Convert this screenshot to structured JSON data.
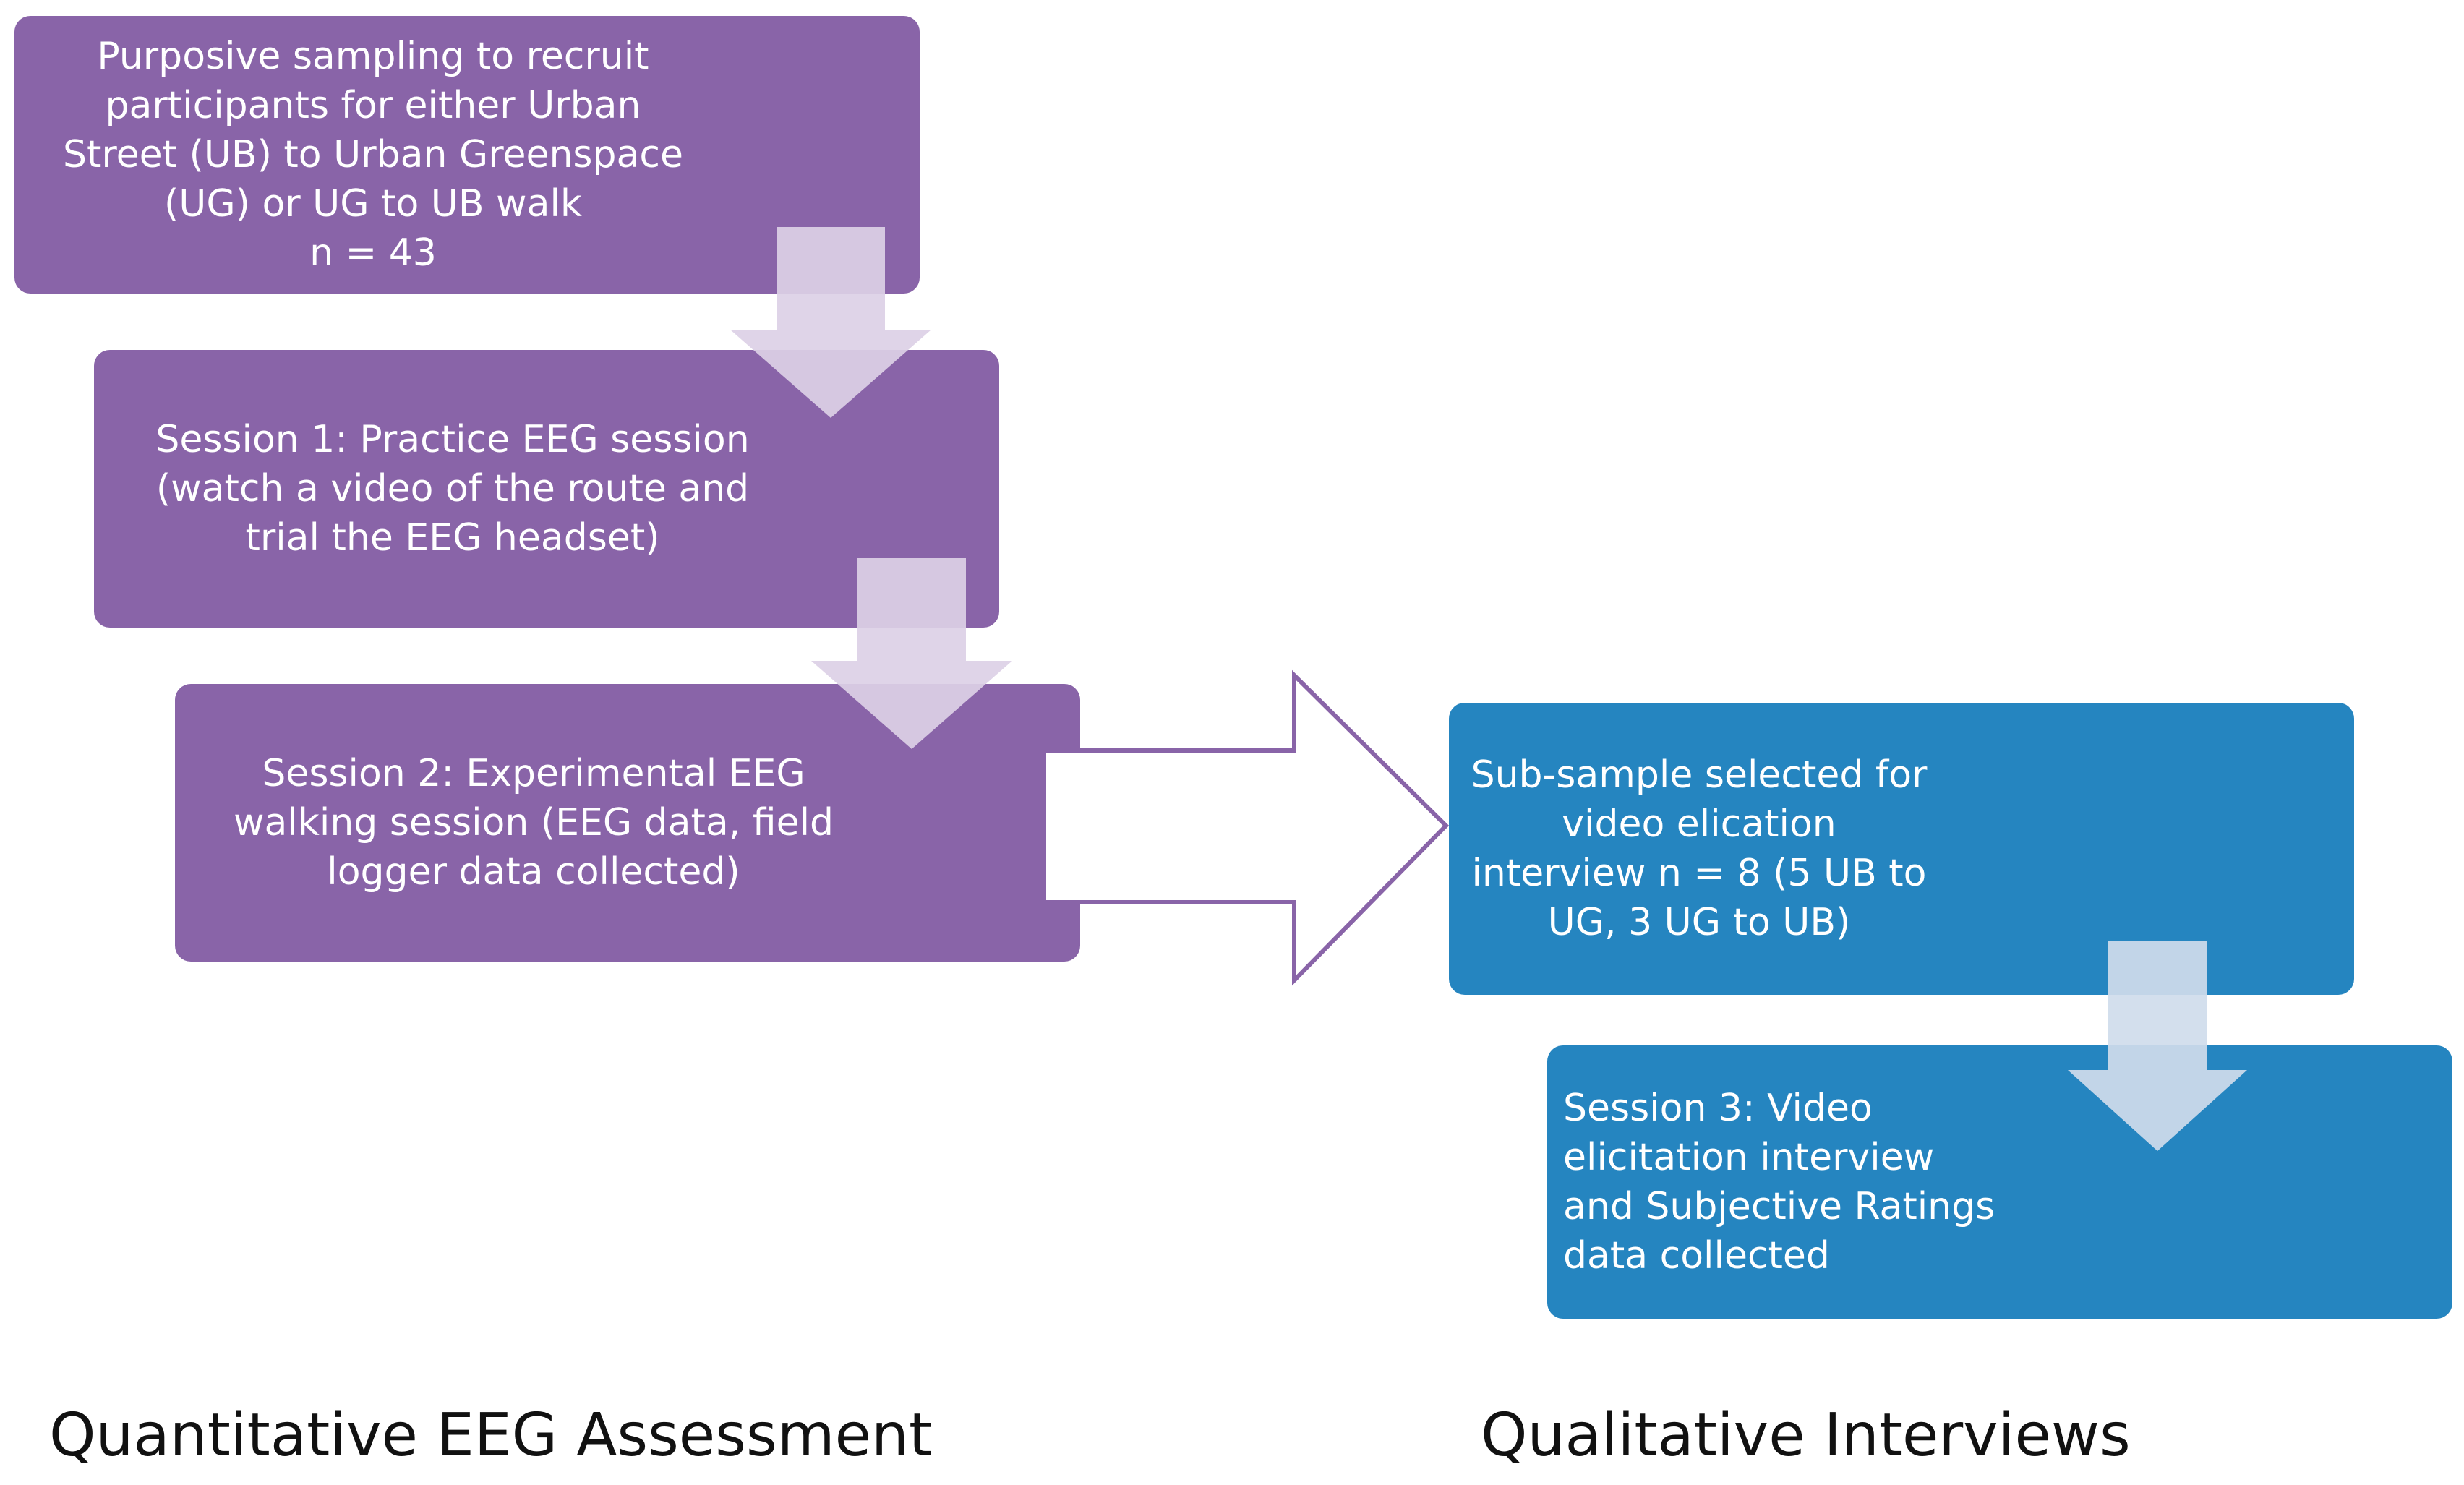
{
  "quantitative": {
    "caption": "Quantitative EEG Assessment",
    "steps": [
      {
        "lines": [
          "Purposive sampling to recruit",
          "participants for either Urban",
          "Street (UB) to Urban Greenspace",
          "(UG) or UG to UB walk",
          "n = 43"
        ]
      },
      {
        "lines": [
          "Session 1: Practice EEG session",
          "(watch a video of the route and",
          "trial the EEG headset)"
        ]
      },
      {
        "lines": [
          "Session 2: Experimental EEG",
          "walking session (EEG data, field",
          "logger data collected)"
        ]
      }
    ]
  },
  "qualitative": {
    "caption": "Qualitative Interviews",
    "steps": [
      {
        "lines": [
          "Sub-sample selected for",
          "video elication",
          "interview n = 8 (5 UB to",
          "UG, 3 UG to UB)"
        ]
      },
      {
        "lines": [
          "Session 3: Video",
          "elicitation interview",
          "and Subjective Ratings",
          "data collected"
        ]
      }
    ]
  },
  "colors": {
    "quantitative_box": "#8964a8",
    "qualitative_box": "#2585c0",
    "connector_arrow": "#dcd0e6",
    "transition_arrow_outline": "#8964a8"
  }
}
